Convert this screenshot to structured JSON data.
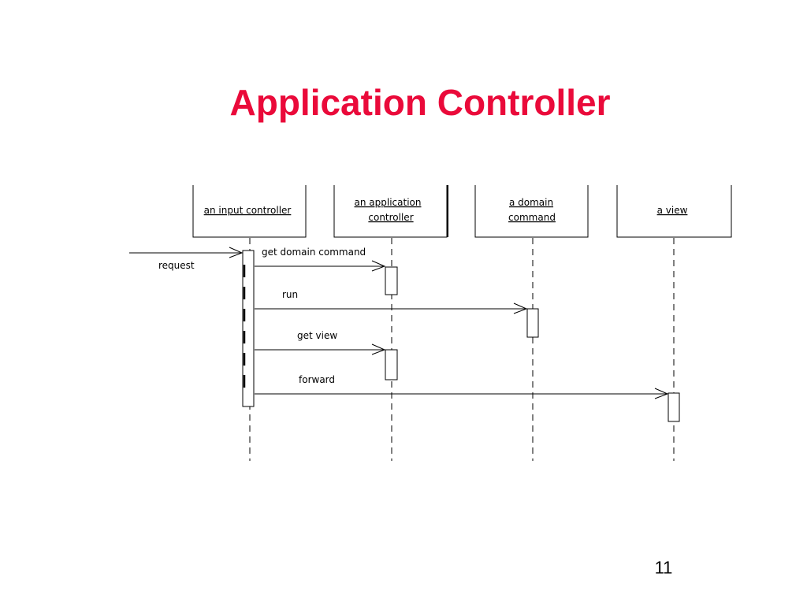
{
  "slide": {
    "title": "Application Controller",
    "page_number": "11",
    "title_color": "#ea0a3a"
  },
  "diagram": {
    "type": "sequence",
    "lifelines": [
      {
        "id": "input_controller",
        "label_lines": [
          "an input controller"
        ]
      },
      {
        "id": "application_controller",
        "label_lines": [
          "an application",
          "controller"
        ]
      },
      {
        "id": "domain_command",
        "label_lines": [
          "a domain",
          "command"
        ]
      },
      {
        "id": "view",
        "label_lines": [
          "a view"
        ]
      }
    ],
    "messages": [
      {
        "label": "request",
        "from": "external",
        "to": "input_controller"
      },
      {
        "label": "get domain command",
        "from": "input_controller",
        "to": "application_controller"
      },
      {
        "label": "run",
        "from": "input_controller",
        "to": "domain_command"
      },
      {
        "label": "get view",
        "from": "input_controller",
        "to": "application_controller"
      },
      {
        "label": "forward",
        "from": "input_controller",
        "to": "view"
      }
    ]
  }
}
